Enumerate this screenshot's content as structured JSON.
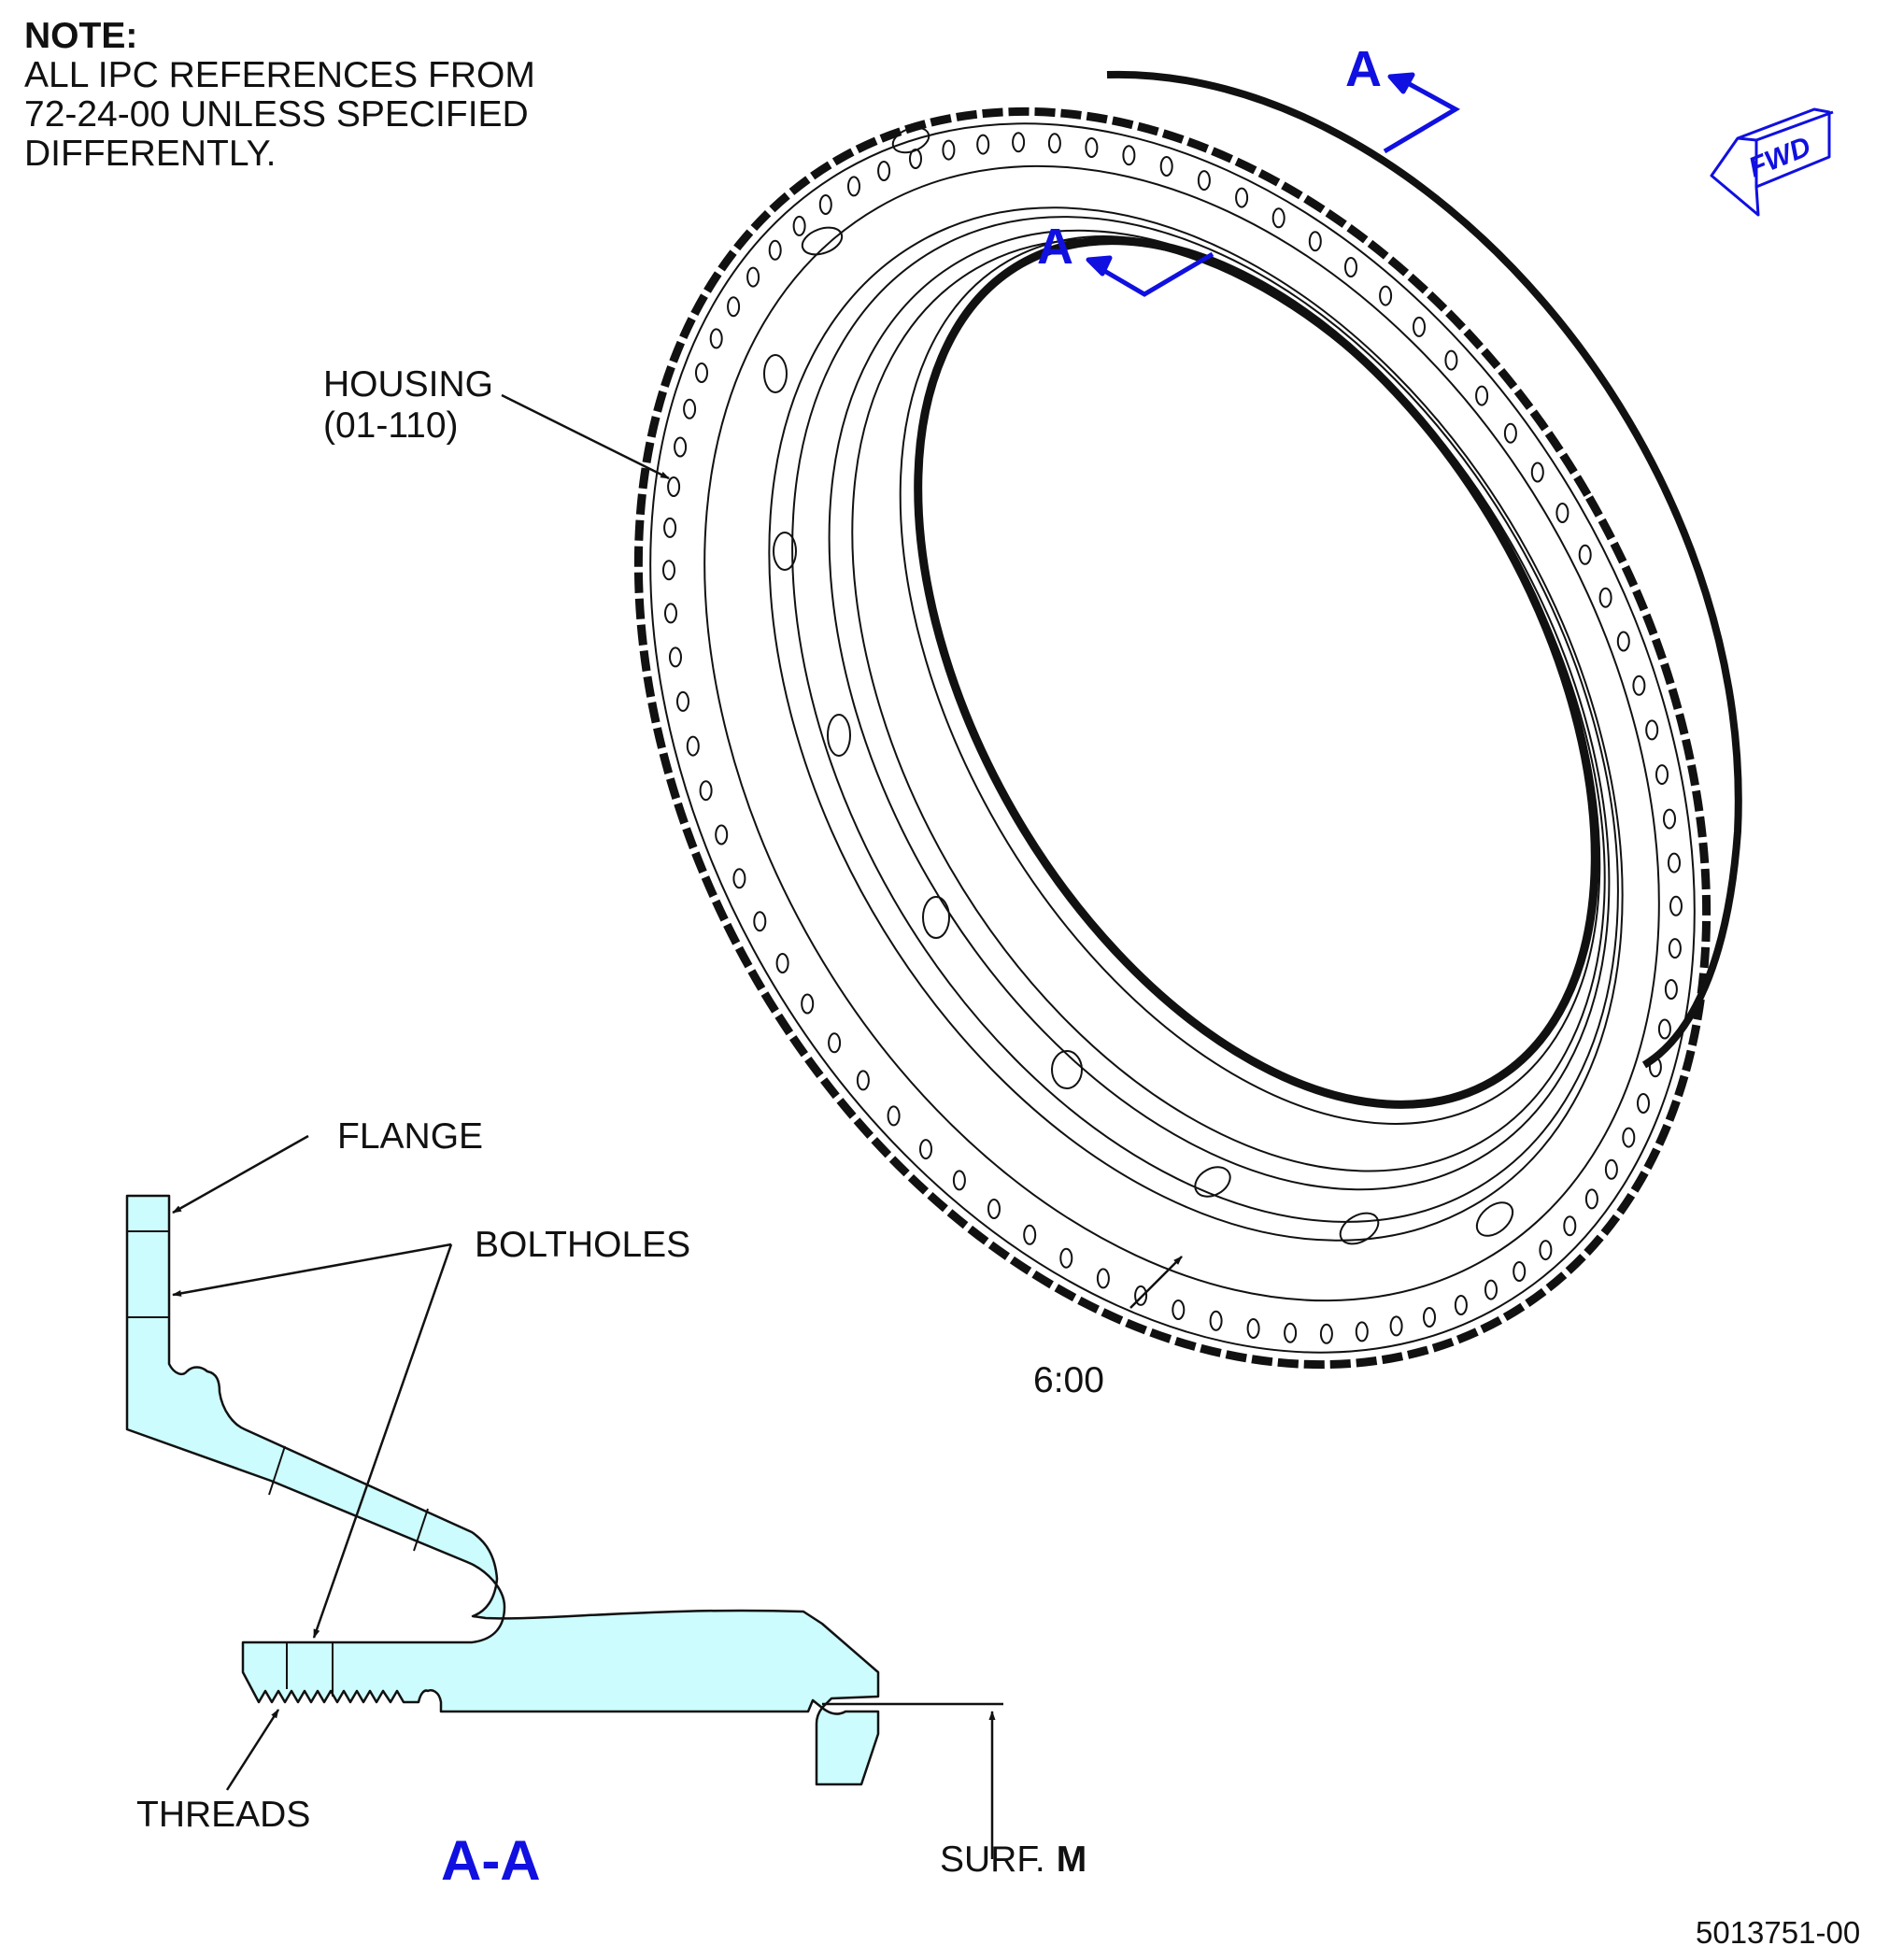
{
  "note": {
    "heading": "NOTE:",
    "lines": [
      "ALL IPC REFERENCES FROM",
      "72-24-00 UNLESS SPECIFIED",
      "DIFFERENTLY."
    ]
  },
  "labels": {
    "housing_line1": "HOUSING",
    "housing_line2": "(01-110)",
    "clock_position": "6:00",
    "flange": "FLANGE",
    "boltholes": "BOLTHOLES",
    "threads": "THREADS",
    "surface_prefix": "SURF.",
    "surface_letter": "M"
  },
  "section": {
    "marker_letter": "A",
    "view_title": "A-A",
    "accent_color": "#1010e0",
    "fill_color": "#ccfcfd"
  },
  "direction_badge": "FWD",
  "drawing_number": "5013751-00"
}
